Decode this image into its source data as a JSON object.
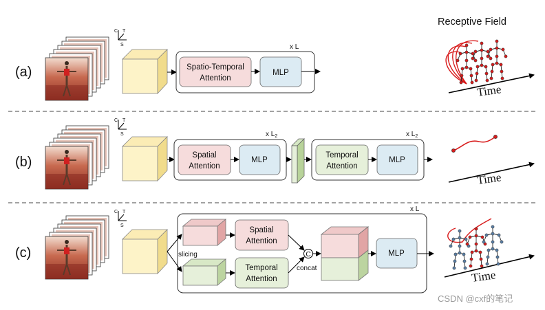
{
  "rows": [
    {
      "label": "(a)",
      "repeat_label": "x L",
      "blocks": [
        {
          "line1": "Spatio-Temporal",
          "line2": "Attention"
        },
        {
          "line1": "MLP",
          "line2": ""
        }
      ]
    },
    {
      "label": "(b)",
      "repeat_label_spatial": "x L",
      "repeat_label_spatial_sub": "2",
      "repeat_label_temporal": "x L",
      "repeat_label_temporal_sub": "2",
      "blocks": [
        {
          "line1": "Spatial",
          "line2": "Attention"
        },
        {
          "line1": "MLP",
          "line2": ""
        },
        {
          "line1": "Temporal",
          "line2": "Attention"
        },
        {
          "line1": "MLP",
          "line2": ""
        }
      ]
    },
    {
      "label": "(c)",
      "repeat_label": "x L",
      "slicing_label": "slicing",
      "concat_label": "concat",
      "concat_symbol": "C",
      "blocks": [
        {
          "line1": "Spatial",
          "line2": "Attention"
        },
        {
          "line1": "Temporal",
          "line2": "Attention"
        },
        {
          "line1": "MLP",
          "line2": ""
        }
      ]
    }
  ],
  "axes_labels": {
    "c": "C",
    "t": "T",
    "s": "S"
  },
  "receptive_field_title": "Receptive Field",
  "time_label": "Time",
  "watermark": "CSDN @cxf的笔记",
  "colors": {
    "cube_yellow": "#fdf3c8",
    "cube_yellow_side": "#f1dc8c",
    "block_pink": "#f6dcdc",
    "block_blue": "#dcebf3",
    "block_green": "#e6f0da",
    "joint_red": "#d81c1c",
    "joint_blue": "#5a7fa6"
  }
}
